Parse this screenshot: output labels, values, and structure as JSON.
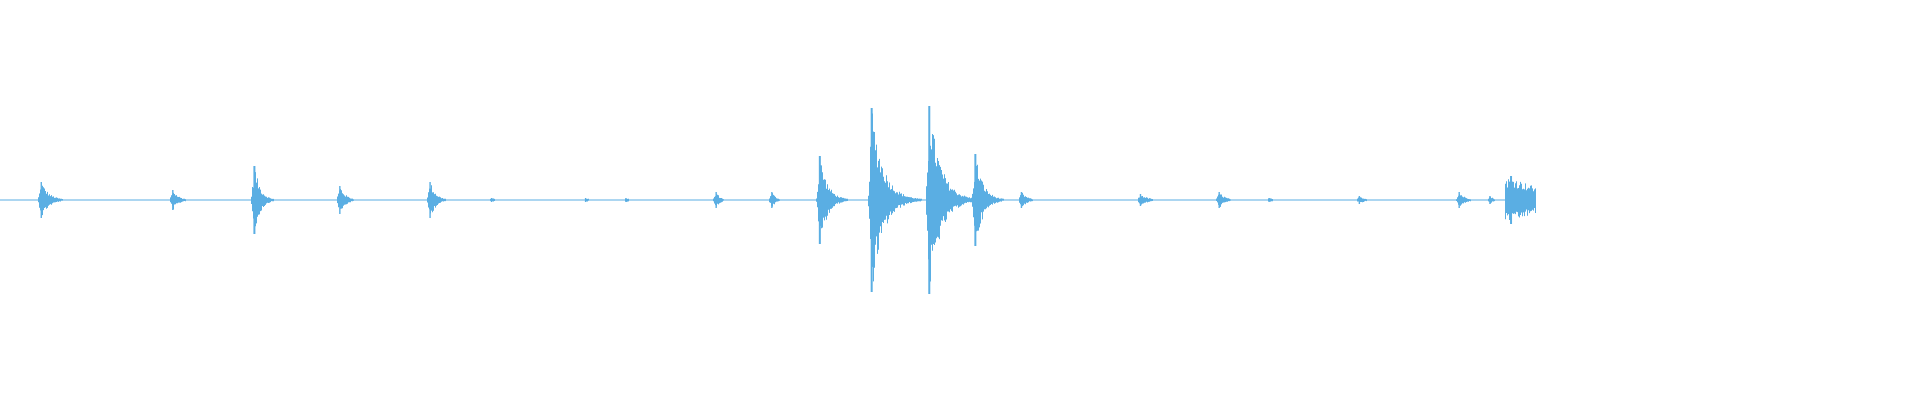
{
  "waveform": {
    "color": "#5aaee3",
    "background": "#ffffff",
    "baseline_level": 0.0,
    "amplitude_range": [
      -1,
      1
    ],
    "duration_fraction_with_audio": 0.8,
    "events": [
      {
        "t": 0.0215,
        "amp": 0.09,
        "decay": 0.004,
        "kind": "burst"
      },
      {
        "t": 0.09,
        "amp": 0.05,
        "decay": 0.003,
        "kind": "burst"
      },
      {
        "t": 0.1325,
        "amp": 0.17,
        "decay": 0.003,
        "kind": "burst"
      },
      {
        "t": 0.177,
        "amp": 0.07,
        "decay": 0.003,
        "kind": "burst"
      },
      {
        "t": 0.224,
        "amp": 0.09,
        "decay": 0.003,
        "kind": "burst"
      },
      {
        "t": 0.256,
        "amp": 0.01,
        "decay": 0.003,
        "kind": "blip"
      },
      {
        "t": 0.305,
        "amp": 0.01,
        "decay": 0.003,
        "kind": "blip"
      },
      {
        "t": 0.326,
        "amp": 0.01,
        "decay": 0.003,
        "kind": "blip"
      },
      {
        "t": 0.373,
        "amp": 0.04,
        "decay": 0.002,
        "kind": "burst"
      },
      {
        "t": 0.402,
        "amp": 0.04,
        "decay": 0.002,
        "kind": "burst"
      },
      {
        "t": 0.427,
        "amp": 0.22,
        "decay": 0.004,
        "kind": "burst"
      },
      {
        "t": 0.454,
        "amp": 0.46,
        "decay": 0.006,
        "kind": "burst"
      },
      {
        "t": 0.484,
        "amp": 0.47,
        "decay": 0.006,
        "kind": "burst"
      },
      {
        "t": 0.508,
        "amp": 0.23,
        "decay": 0.004,
        "kind": "burst"
      },
      {
        "t": 0.532,
        "amp": 0.04,
        "decay": 0.003,
        "kind": "burst"
      },
      {
        "t": 0.594,
        "amp": 0.03,
        "decay": 0.004,
        "kind": "burst"
      },
      {
        "t": 0.635,
        "amp": 0.04,
        "decay": 0.003,
        "kind": "burst"
      },
      {
        "t": 0.661,
        "amp": 0.01,
        "decay": 0.003,
        "kind": "blip"
      },
      {
        "t": 0.708,
        "amp": 0.02,
        "decay": 0.003,
        "kind": "burst"
      },
      {
        "t": 0.76,
        "amp": 0.04,
        "decay": 0.003,
        "kind": "burst"
      },
      {
        "t": 0.776,
        "amp": 0.02,
        "decay": 0.002,
        "kind": "burst"
      },
      {
        "t": 0.787,
        "amp": 0.12,
        "decay": 0.01,
        "kind": "cluster"
      }
    ]
  }
}
